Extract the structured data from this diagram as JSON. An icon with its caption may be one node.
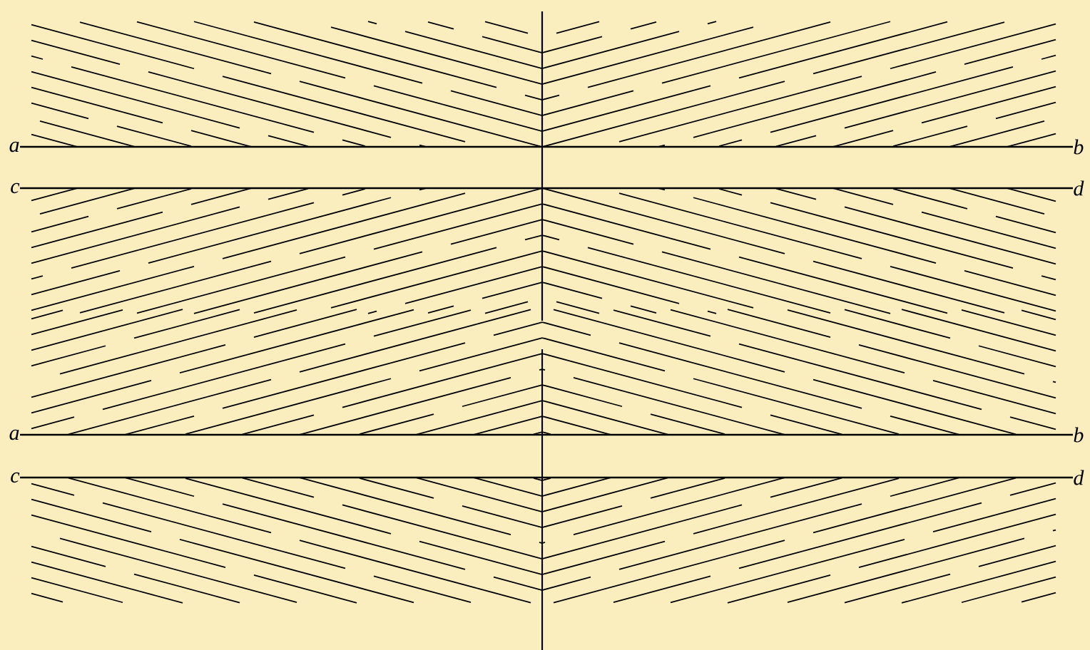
{
  "diagram": {
    "labels": [
      "a",
      "b",
      "c",
      "d",
      "a",
      "b",
      "c",
      "d"
    ]
  }
}
